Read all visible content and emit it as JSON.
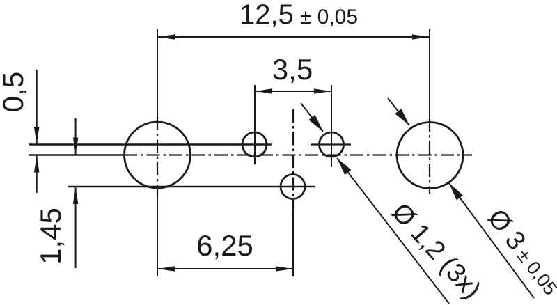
{
  "drawing": {
    "colors": {
      "background": "#ffffff",
      "ink": "#1a1a1a"
    },
    "dimensions": {
      "total_width": {
        "value": "12,5",
        "tolerance": "± 0,05"
      },
      "hole_pitch": {
        "value": "3,5"
      },
      "hole_spacing": {
        "value": "6,25"
      },
      "row_offset_top": {
        "value": "0,5"
      },
      "row_offset_bottom": {
        "value": "1,45"
      }
    },
    "hole_labels": {
      "small_holes": "Ø 1,2 (3x)",
      "large_hole": {
        "value": "Ø 3",
        "tolerance": "± 0,05"
      }
    }
  }
}
